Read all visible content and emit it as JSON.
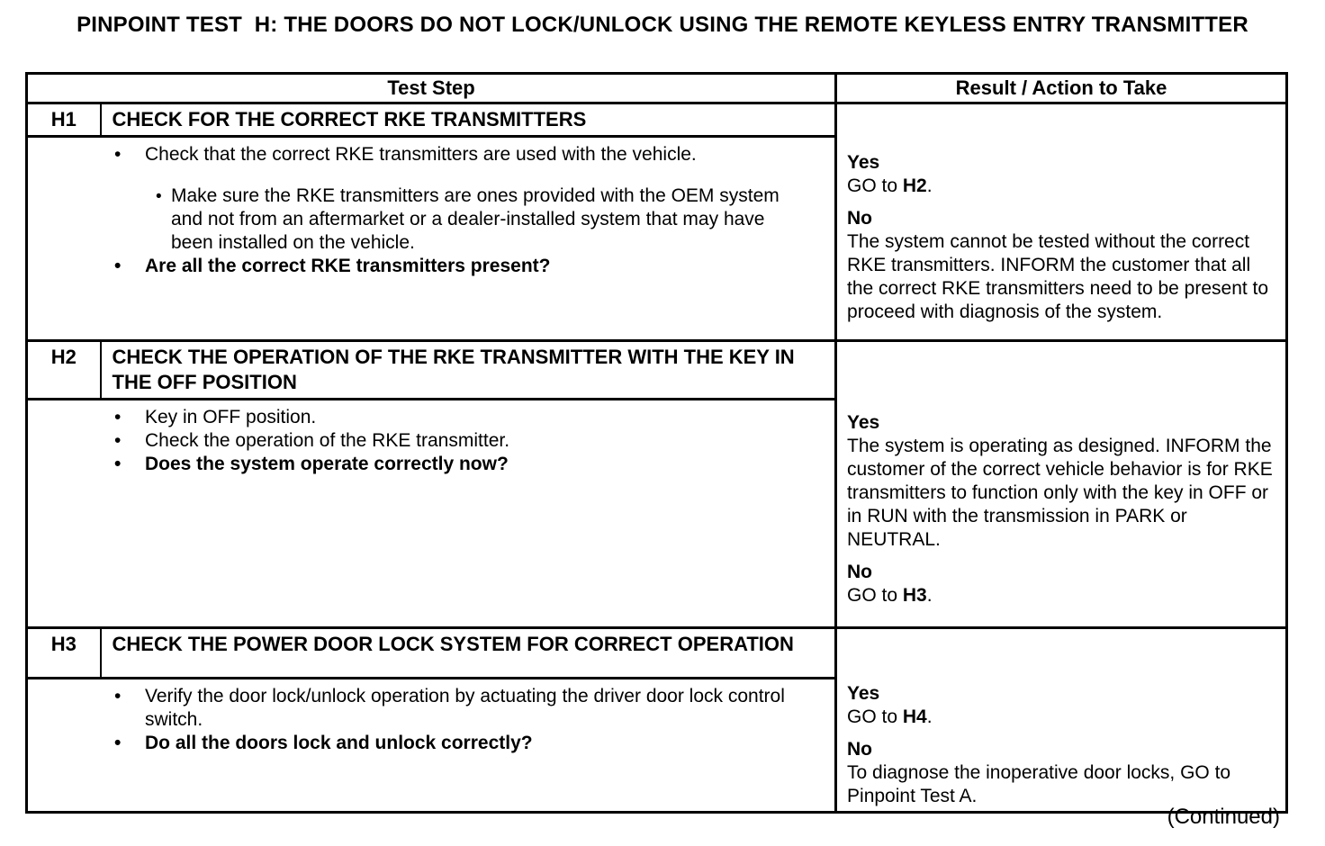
{
  "icons": {
    "bullet": "•"
  },
  "page": {
    "title": "PINPOINT TEST  H: THE DOORS DO NOT LOCK/UNLOCK USING THE REMOTE KEYLESS ENTRY TRANSMITTER",
    "continued_note": "(Continued)"
  },
  "colors": {
    "text": "#000000",
    "background": "#ffffff",
    "border": "#000000"
  },
  "table": {
    "headers": {
      "test_step": "Test Step",
      "result": "Result / Action to Take"
    },
    "sections": [
      {
        "id": "H1",
        "title": "CHECK FOR THE CORRECT RKE TRANSMITTERS",
        "bullets": [
          {
            "level": 1,
            "bold": false,
            "text": "Check that the correct RKE transmitters are used with the vehicle."
          },
          {
            "level": 2,
            "bold": false,
            "text": "Make sure the RKE transmitters are ones provided with the OEM system and not from an aftermarket or a dealer-installed system that may have been installed on the vehicle."
          },
          {
            "level": 1,
            "bold": true,
            "text": "Are all the correct RKE transmitters present?"
          }
        ],
        "result": {
          "yes_label": "Yes",
          "yes_goto_prefix": "GO to ",
          "yes_goto_target": "H2",
          "yes_goto_suffix": ".",
          "no_label": "No",
          "no_text": "The system cannot be tested without the correct RKE transmitters. INFORM the customer that all the correct RKE transmitters need to be present to proceed with diagnosis of the system."
        }
      },
      {
        "id": "H2",
        "title": "CHECK THE OPERATION OF THE RKE TRANSMITTER WITH THE KEY IN THE OFF POSITION",
        "bullets": [
          {
            "level": 1,
            "bold": false,
            "text": "Key in OFF position."
          },
          {
            "level": 1,
            "bold": false,
            "text": "Check the operation of the RKE transmitter."
          },
          {
            "level": 1,
            "bold": true,
            "text": "Does the system operate correctly now?"
          }
        ],
        "result": {
          "yes_label": "Yes",
          "yes_text": "The system is operating as designed. INFORM the customer of the correct vehicle behavior is for RKE transmitters to function only with the key in OFF or in RUN with the transmission in PARK or NEUTRAL.",
          "no_label": "No",
          "no_goto_prefix": "GO to ",
          "no_goto_target": "H3",
          "no_goto_suffix": "."
        }
      },
      {
        "id": "H3",
        "title": "CHECK THE POWER DOOR LOCK SYSTEM FOR CORRECT OPERATION",
        "bullets": [
          {
            "level": 1,
            "bold": false,
            "text": "Verify the door lock/unlock operation by actuating the driver door lock control switch."
          },
          {
            "level": 1,
            "bold": true,
            "text": "Do all the doors lock and unlock correctly?"
          }
        ],
        "result": {
          "yes_label": "Yes",
          "yes_goto_prefix": "GO to ",
          "yes_goto_target": "H4",
          "yes_goto_suffix": ".",
          "no_label": "No",
          "no_text": "To diagnose the inoperative door locks, GO to Pinpoint Test A."
        }
      }
    ]
  }
}
